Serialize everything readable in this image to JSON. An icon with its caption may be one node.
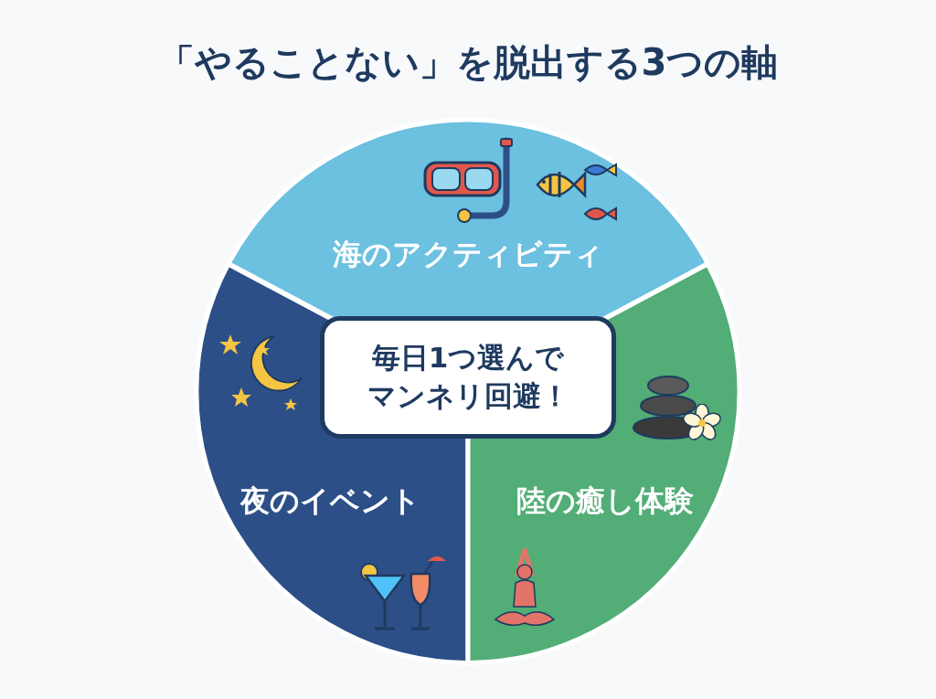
{
  "diagram": {
    "title": "「やることない」を脱出する3つの軸",
    "nodes": [
      {
        "text": [
          "毎日1つ選んでマンネリ回避！"
        ]
      },
      {
        "text": [
          "海のアクティビティ"
        ]
      },
      {
        "text": [
          "夜のイベント"
        ]
      },
      {
        "text": [
          "陸の癒し体験"
        ]
      }
    ]
  }
}
